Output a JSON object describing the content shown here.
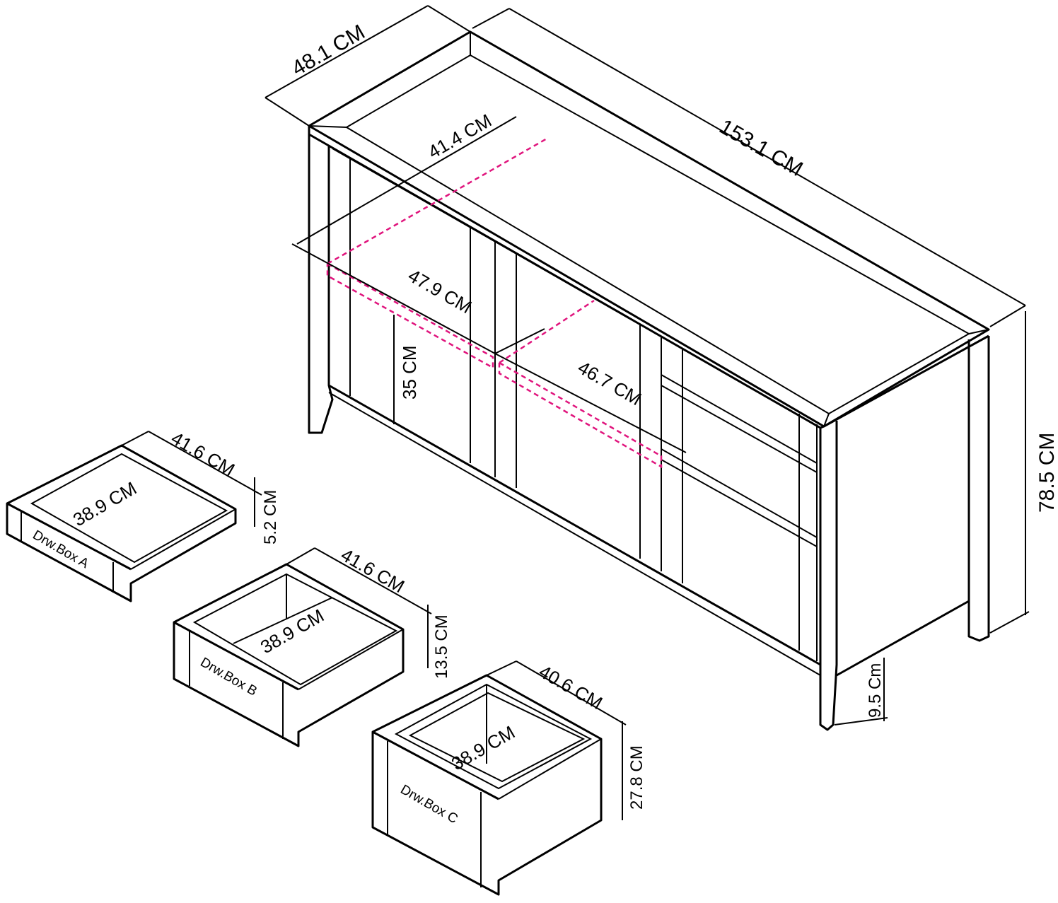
{
  "dimensions": {
    "depth": "48.1 CM",
    "width": "153.1 CM",
    "inner_depth": "41.4 CM",
    "shelf_left": "47.9 CM",
    "shelf_right": "46.7 CM",
    "shelf_height": "35 CM",
    "height": "78.5 CM",
    "leg_height": "9.5 Cm"
  },
  "drawers": [
    {
      "label": "Drw.Box A",
      "width": "41.6 CM",
      "depth": "38.9 CM",
      "height": "5.2 CM"
    },
    {
      "label": "Drw.Box B",
      "width": "41.6 CM",
      "depth": "38.9 CM",
      "height": "13.5 CM"
    },
    {
      "label": "Drw.Box C",
      "width": "40.6 CM",
      "depth": "38.9 CM",
      "height": "27.8 CM"
    }
  ],
  "colors": {
    "line": "#000000",
    "highlight": "#e0157d"
  }
}
